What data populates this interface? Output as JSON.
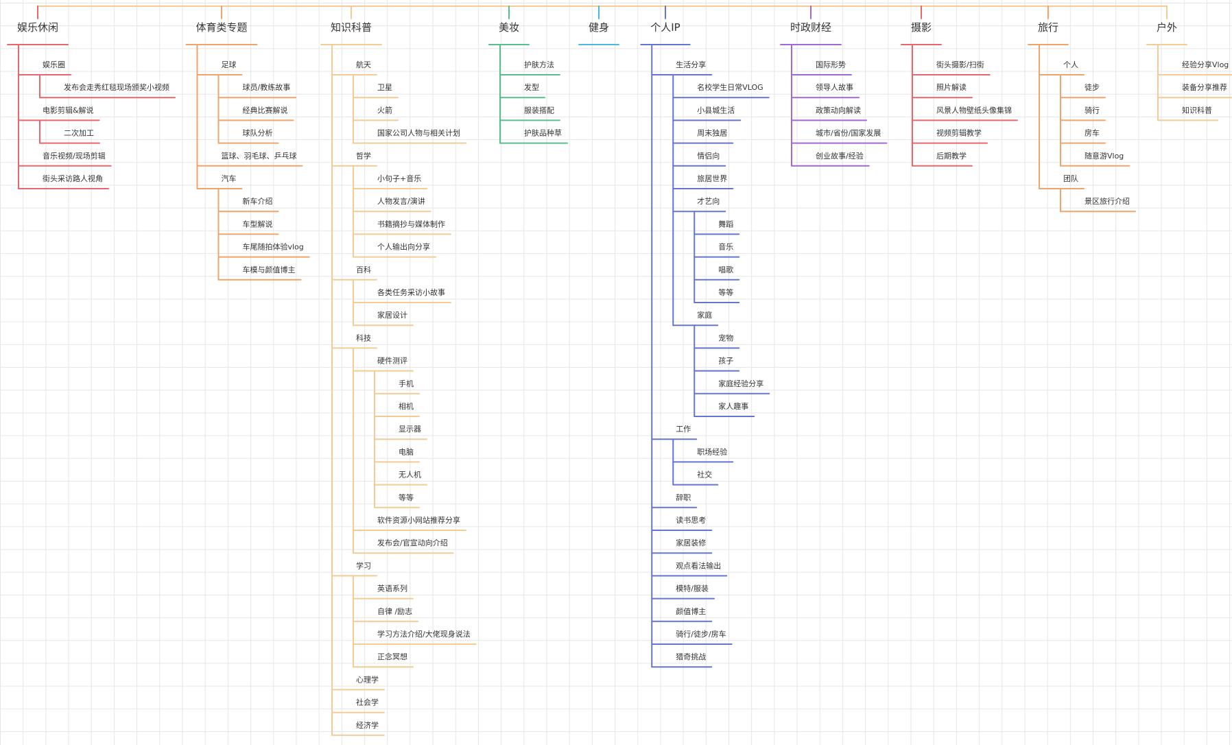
{
  "mindmap": {
    "branches": [
      {
        "label": "娱乐休闲",
        "color": "#e8666b",
        "children": [
          {
            "label": "娱乐圈",
            "children": [
              {
                "label": "发布会走秀红毯现场颁奖小视频"
              }
            ]
          },
          {
            "label": "电影剪辑&解说",
            "children": [
              {
                "label": "二次加工"
              }
            ]
          },
          {
            "label": "音乐视频/现场剪辑"
          },
          {
            "label": "街头采访路人视角"
          }
        ]
      },
      {
        "label": "体育类专题",
        "color": "#f0a46a",
        "children": [
          {
            "label": "足球",
            "children": [
              {
                "label": "球员/教练故事"
              },
              {
                "label": "经典比赛解说"
              },
              {
                "label": "球队分析"
              }
            ]
          },
          {
            "label": "篮球、羽毛球、乒乓球"
          },
          {
            "label": "汽车",
            "children": [
              {
                "label": "新车介绍"
              },
              {
                "label": "车型解说"
              },
              {
                "label": "车尾随拍体验vlog"
              },
              {
                "label": "车模与颜值博主"
              }
            ]
          }
        ]
      },
      {
        "label": "知识科普",
        "color": "#f4cb94",
        "children": [
          {
            "label": "航天",
            "children": [
              {
                "label": "卫星"
              },
              {
                "label": "火箭"
              },
              {
                "label": "国家公司人物与相关计划"
              }
            ]
          },
          {
            "label": "哲学",
            "children": [
              {
                "label": "小句子+音乐"
              },
              {
                "label": "人物发言/演讲"
              },
              {
                "label": "书籍摘抄与媒体制作"
              },
              {
                "label": "个人输出向分享"
              }
            ]
          },
          {
            "label": "百科",
            "children": [
              {
                "label": "各类任务采访小故事"
              },
              {
                "label": "家居设计"
              }
            ]
          },
          {
            "label": "科技",
            "children": [
              {
                "label": "硬件测评",
                "children": [
                  {
                    "label": "手机"
                  },
                  {
                    "label": "相机"
                  },
                  {
                    "label": "显示器"
                  },
                  {
                    "label": "电脑"
                  },
                  {
                    "label": "无人机"
                  },
                  {
                    "label": "等等"
                  }
                ]
              },
              {
                "label": "软件资源小网站推荐分享"
              },
              {
                "label": "发布会/官宣动向介绍"
              }
            ]
          },
          {
            "label": "学习",
            "children": [
              {
                "label": "英语系列"
              },
              {
                "label": "自律 /励志"
              },
              {
                "label": "学习方法介绍/大佬现身说法"
              },
              {
                "label": "正念冥想"
              }
            ]
          },
          {
            "label": "心理学"
          },
          {
            "label": "社会学"
          },
          {
            "label": "经济学"
          }
        ]
      },
      {
        "label": "美妆",
        "color": "#55c08a",
        "children": [
          {
            "label": "护肤方法"
          },
          {
            "label": "发型"
          },
          {
            "label": "服装搭配"
          },
          {
            "label": "护肤品种草"
          }
        ]
      },
      {
        "label": "健身",
        "color": "#4cb8e0",
        "children": []
      },
      {
        "label": "个人IP",
        "color": "#6474d2",
        "children": [
          {
            "label": "生活分享",
            "children": [
              {
                "label": "名校学生日常VLOG"
              },
              {
                "label": "小县城生活"
              },
              {
                "label": "周末独居"
              },
              {
                "label": "情侣向"
              },
              {
                "label": "旅居世界"
              },
              {
                "label": "才艺向",
                "children": [
                  {
                    "label": "舞蹈"
                  },
                  {
                    "label": "音乐"
                  },
                  {
                    "label": "唱歌"
                  },
                  {
                    "label": "等等"
                  }
                ]
              },
              {
                "label": "家庭",
                "children": [
                  {
                    "label": "宠物"
                  },
                  {
                    "label": "孩子"
                  },
                  {
                    "label": "家庭经验分享"
                  },
                  {
                    "label": "家人趣事"
                  }
                ]
              }
            ]
          },
          {
            "label": "工作",
            "children": [
              {
                "label": "职场经验"
              },
              {
                "label": "社交"
              }
            ]
          },
          {
            "label": "辞职"
          },
          {
            "label": "读书思考"
          },
          {
            "label": "家居装修"
          },
          {
            "label": "观点看法输出"
          },
          {
            "label": "模特/服装"
          },
          {
            "label": "颜值博主"
          },
          {
            "label": "骑行/徒步/房车"
          },
          {
            "label": "猎奇挑战"
          }
        ]
      },
      {
        "label": "时政财经",
        "color": "#a267d6",
        "children": [
          {
            "label": "国际形势"
          },
          {
            "label": "领导人故事"
          },
          {
            "label": "政策动向解读"
          },
          {
            "label": "城市/省份/国家发展"
          },
          {
            "label": "创业故事/经验"
          }
        ]
      },
      {
        "label": "摄影",
        "color": "#e8666b",
        "children": [
          {
            "label": "街头摄影/扫街"
          },
          {
            "label": "照片解读"
          },
          {
            "label": "风景人物壁纸头像集锦"
          },
          {
            "label": "视频剪辑教学"
          },
          {
            "label": "后期教学"
          }
        ]
      },
      {
        "label": "旅行",
        "color": "#f0a46a",
        "children": [
          {
            "label": "个人",
            "children": [
              {
                "label": "徒步"
              },
              {
                "label": "骑行"
              },
              {
                "label": "房车"
              },
              {
                "label": "随意游Vlog"
              }
            ]
          },
          {
            "label": "团队",
            "children": [
              {
                "label": "景区旅行介绍"
              }
            ]
          }
        ]
      },
      {
        "label": "户外",
        "color": "#f4cb94",
        "children": [
          {
            "label": "经验分享Vlog"
          },
          {
            "label": "装备分享推荐"
          },
          {
            "label": "知识科普"
          }
        ]
      }
    ]
  }
}
